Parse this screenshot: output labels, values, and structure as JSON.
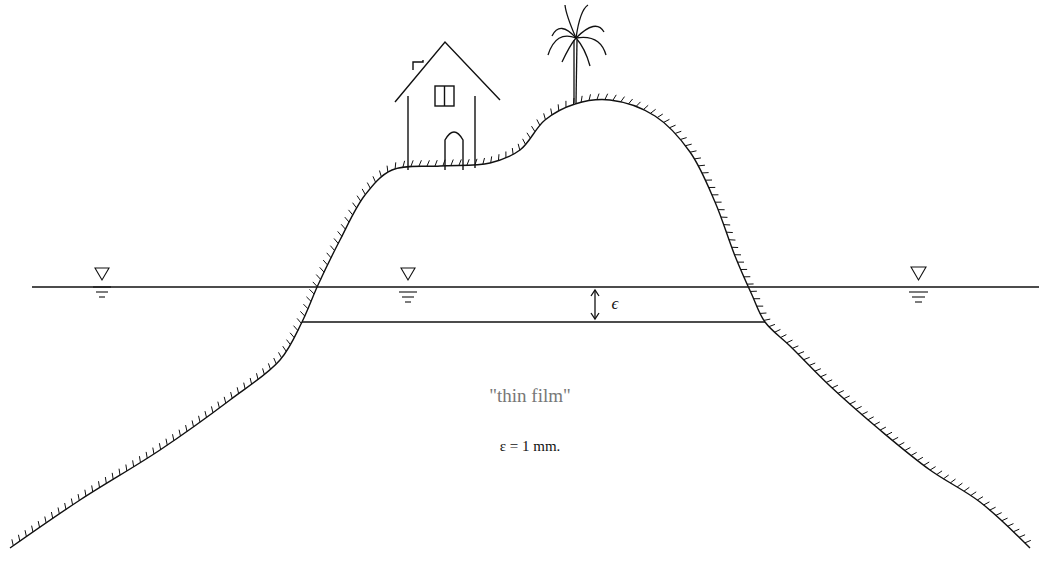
{
  "diagram": {
    "labels": [
      "ϵ",
      "\"thin film\"",
      "ε = 1 mm."
    ]
  }
}
